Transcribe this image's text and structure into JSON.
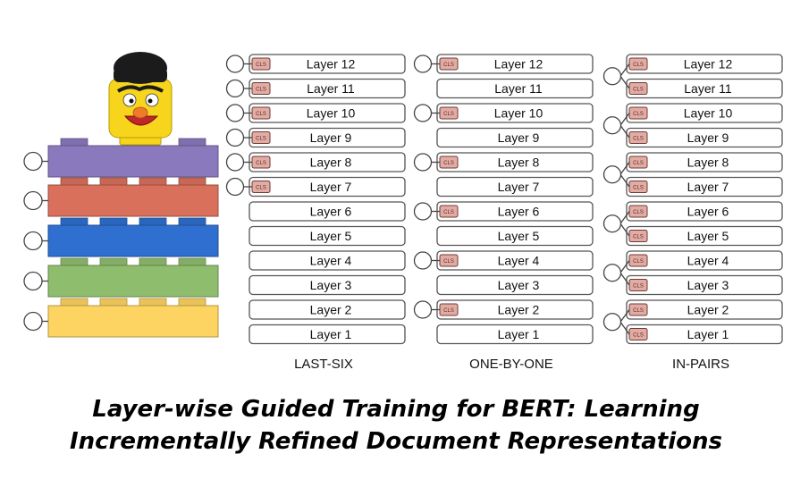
{
  "columns": [
    {
      "label": "LAST-SIX",
      "layers": [
        "Layer 12",
        "Layer 11",
        "Layer 10",
        "Layer 9",
        "Layer 8",
        "Layer 7",
        "Layer 6",
        "Layer 5",
        "Layer 4",
        "Layer 3",
        "Layer 2",
        "Layer 1"
      ],
      "cls_layers": [
        12,
        11,
        10,
        9,
        8,
        7
      ],
      "mode": "single"
    },
    {
      "label": "ONE-BY-ONE",
      "layers": [
        "Layer 12",
        "Layer 11",
        "Layer 10",
        "Layer 9",
        "Layer 8",
        "Layer 7",
        "Layer 6",
        "Layer 5",
        "Layer 4",
        "Layer 3",
        "Layer 2",
        "Layer 1"
      ],
      "cls_layers": [
        12,
        10,
        8,
        6,
        4,
        2
      ],
      "mode": "single"
    },
    {
      "label": "IN-PAIRS",
      "layers": [
        "Layer 12",
        "Layer 11",
        "Layer 10",
        "Layer 9",
        "Layer 8",
        "Layer 7",
        "Layer 6",
        "Layer 5",
        "Layer 4",
        "Layer 3",
        "Layer 2",
        "Layer 1"
      ],
      "cls_layers": [
        12,
        11,
        10,
        9,
        8,
        7,
        6,
        5,
        4,
        3,
        2,
        1
      ],
      "mode": "pairs"
    }
  ],
  "cls_label": "CLS",
  "lego": {
    "brick_colors": [
      "#8a79bd",
      "#d9705c",
      "#2f6fcf",
      "#8fbd6e",
      "#fdd462"
    ],
    "figure_hat": "#1b1b1b",
    "figure_face": "#f7d51c",
    "figure_nose": "#f07a2a",
    "figure_mouth": "#c0262a"
  },
  "title": {
    "line1": "Layer-wise Guided Training for BERT: Learning",
    "line2": "Incrementally Refined Document Representations"
  }
}
